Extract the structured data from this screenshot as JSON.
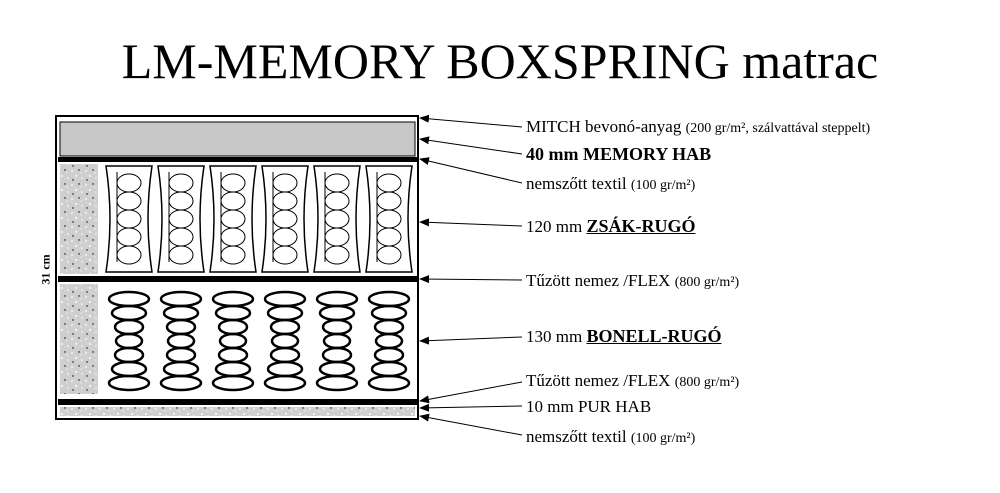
{
  "title": "LM-MEMORY BOXSPRING matrac",
  "height_label": "31 cm",
  "layers": [
    {
      "main": "MITCH bevonó-anyag",
      "note": "(200 gr/m², szálvattával steppelt)"
    },
    {
      "main": "40 mm MEMORY HAB"
    },
    {
      "main": "nemszőtt textil",
      "note": "(100 gr/m²)"
    },
    {
      "main": "120 mm",
      "emph": "ZSÁK-RUGÓ"
    },
    {
      "main": "Tűzött nemez /FLEX",
      "note": "(800 gr/m²)"
    },
    {
      "main": "130 mm",
      "emph": "BONELL-RUGÓ"
    },
    {
      "main": "Tűzött nemez /FLEX",
      "note": "(800 gr/m²)"
    },
    {
      "main": "10 mm PUR HAB"
    },
    {
      "main": "nemszőtt textil",
      "note": "(100 gr/m²)"
    }
  ]
}
